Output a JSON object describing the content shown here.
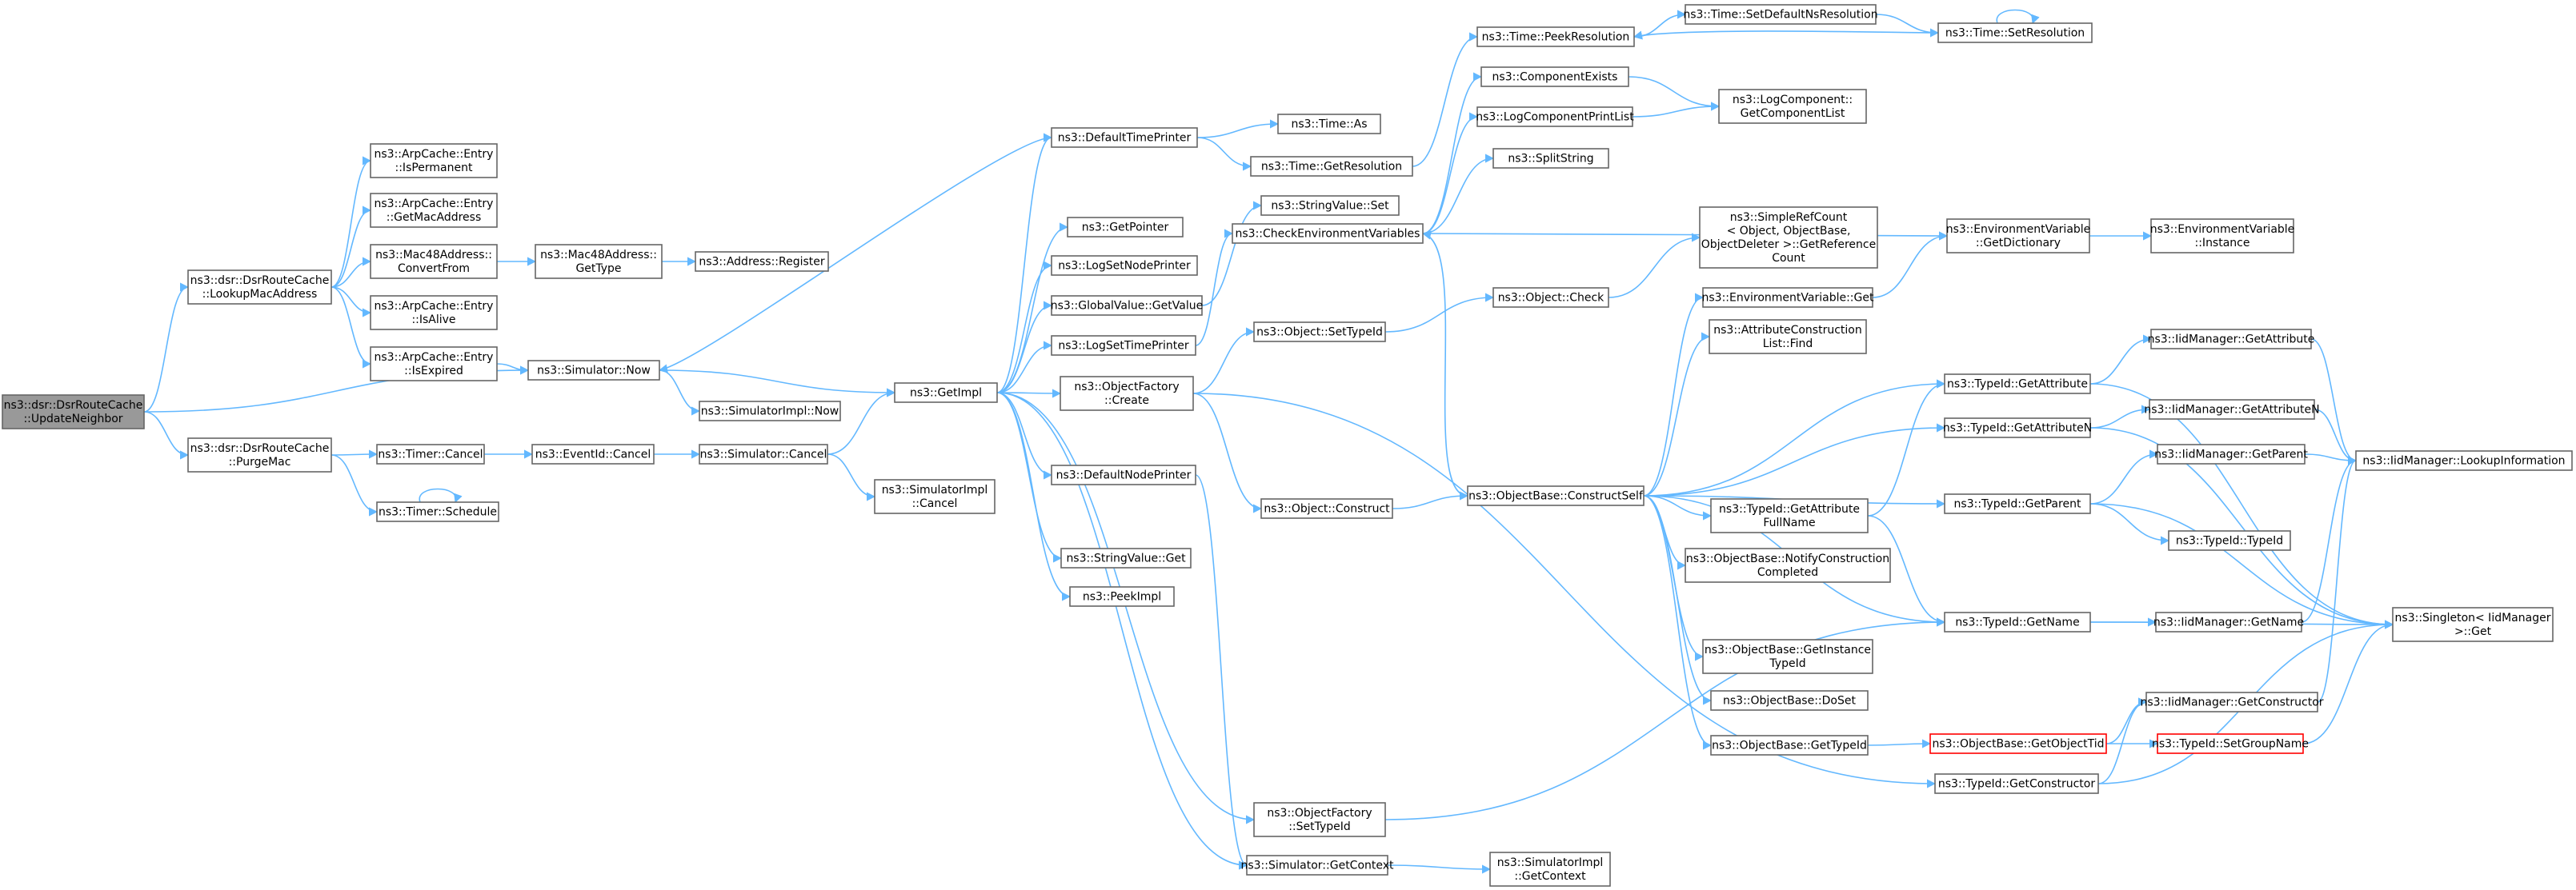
{
  "diagram": {
    "colors": {
      "edge": "#63b8ff",
      "node_border": "#666666",
      "root_fill": "#999999",
      "truncated_border": "#ff0000"
    },
    "nodes": [
      {
        "id": "root",
        "lines": [
          "ns3::dsr::DsrRouteCache",
          "::UpdateNeighbor"
        ],
        "kind": "root"
      },
      {
        "id": "lookup",
        "lines": [
          "ns3::dsr::DsrRouteCache",
          "::LookupMacAddress"
        ]
      },
      {
        "id": "purge",
        "lines": [
          "ns3::dsr::DsrRouteCache",
          "::PurgeMac"
        ]
      },
      {
        "id": "isperm",
        "lines": [
          "ns3::ArpCache::Entry",
          "::IsPermanent"
        ]
      },
      {
        "id": "getmac",
        "lines": [
          "ns3::ArpCache::Entry",
          "::GetMacAddress"
        ]
      },
      {
        "id": "convfrom",
        "lines": [
          "ns3::Mac48Address::",
          "ConvertFrom"
        ]
      },
      {
        "id": "isalive",
        "lines": [
          "ns3::ArpCache::Entry",
          "::IsAlive"
        ]
      },
      {
        "id": "isexp",
        "lines": [
          "ns3::ArpCache::Entry",
          "::IsExpired"
        ]
      },
      {
        "id": "tcancel",
        "lines": [
          "ns3::Timer::Cancel"
        ]
      },
      {
        "id": "tsched",
        "lines": [
          "ns3::Timer::Schedule"
        ]
      },
      {
        "id": "m48type",
        "lines": [
          "ns3::Mac48Address::",
          "GetType"
        ]
      },
      {
        "id": "addrreg",
        "lines": [
          "ns3::Address::Register"
        ]
      },
      {
        "id": "simnow",
        "lines": [
          "ns3::Simulator::Now"
        ]
      },
      {
        "id": "ecancel",
        "lines": [
          "ns3::EventId::Cancel"
        ]
      },
      {
        "id": "simcancel",
        "lines": [
          "ns3::Simulator::Cancel"
        ]
      },
      {
        "id": "simimplnow",
        "lines": [
          "ns3::SimulatorImpl::Now"
        ]
      },
      {
        "id": "simimplcancel",
        "lines": [
          "ns3::SimulatorImpl",
          "::Cancel"
        ]
      },
      {
        "id": "defprinter",
        "lines": [
          "ns3::DefaultTimePrinter"
        ]
      },
      {
        "id": "getptr",
        "lines": [
          "ns3::GetPointer"
        ]
      },
      {
        "id": "lognodep",
        "lines": [
          "ns3::LogSetNodePrinter"
        ]
      },
      {
        "id": "gvget",
        "lines": [
          "ns3::GlobalValue::GetValue"
        ]
      },
      {
        "id": "getimpl",
        "lines": [
          "ns3::GetImpl"
        ]
      },
      {
        "id": "logtimep",
        "lines": [
          "ns3::LogSetTimePrinter"
        ]
      },
      {
        "id": "ofcreate",
        "lines": [
          "ns3::ObjectFactory",
          "::Create"
        ]
      },
      {
        "id": "defnodep",
        "lines": [
          "ns3::DefaultNodePrinter"
        ]
      },
      {
        "id": "svget",
        "lines": [
          "ns3::StringValue::Get"
        ]
      },
      {
        "id": "peekimpl",
        "lines": [
          "ns3::PeekImpl"
        ]
      },
      {
        "id": "ofsettype",
        "lines": [
          "ns3::ObjectFactory",
          "::SetTypeId"
        ]
      },
      {
        "id": "simctx",
        "lines": [
          "ns3::Simulator::GetContext"
        ]
      },
      {
        "id": "timeas",
        "lines": [
          "ns3::Time::As"
        ]
      },
      {
        "id": "timegetres",
        "lines": [
          "ns3::Time::GetResolution"
        ]
      },
      {
        "id": "svset",
        "lines": [
          "ns3::StringValue::Set"
        ]
      },
      {
        "id": "checkenv",
        "lines": [
          "ns3::CheckEnvironmentVariables"
        ]
      },
      {
        "id": "objsettype",
        "lines": [
          "ns3::Object::SetTypeId"
        ]
      },
      {
        "id": "objconstruct",
        "lines": [
          "ns3::Object::Construct"
        ]
      },
      {
        "id": "simimplctx",
        "lines": [
          "ns3::SimulatorImpl",
          "::GetContext"
        ]
      },
      {
        "id": "timepeek",
        "lines": [
          "ns3::Time::PeekResolution"
        ]
      },
      {
        "id": "compexists",
        "lines": [
          "ns3::ComponentExists"
        ]
      },
      {
        "id": "logcompprint",
        "lines": [
          "ns3::LogComponentPrintList"
        ]
      },
      {
        "id": "splitstr",
        "lines": [
          "ns3::SplitString"
        ]
      },
      {
        "id": "objcheck",
        "lines": [
          "ns3::Object::Check"
        ]
      },
      {
        "id": "constructself",
        "lines": [
          "ns3::ObjectBase::ConstructSelf"
        ]
      },
      {
        "id": "timesetdef",
        "lines": [
          "ns3::Time::SetDefaultNsResolution"
        ]
      },
      {
        "id": "timesetres",
        "lines": [
          "ns3::Time::SetResolution"
        ]
      },
      {
        "id": "logcompget",
        "lines": [
          "ns3::LogComponent::",
          "GetComponentList"
        ]
      },
      {
        "id": "refcount",
        "lines": [
          "ns3::SimpleRefCount",
          "< Object, ObjectBase,",
          "ObjectDeleter >::GetReference",
          "Count"
        ]
      },
      {
        "id": "envget",
        "lines": [
          "ns3::EnvironmentVariable::Get"
        ]
      },
      {
        "id": "attrfind",
        "lines": [
          "ns3::AttributeConstruction",
          "List::Find"
        ]
      },
      {
        "id": "tidattrfull",
        "lines": [
          "ns3::TypeId::GetAttribute",
          "FullName"
        ]
      },
      {
        "id": "notify",
        "lines": [
          "ns3::ObjectBase::NotifyConstruction",
          "Completed"
        ]
      },
      {
        "id": "getinst",
        "lines": [
          "ns3::ObjectBase::GetInstance",
          "TypeId"
        ]
      },
      {
        "id": "doset",
        "lines": [
          "ns3::ObjectBase::DoSet"
        ]
      },
      {
        "id": "obgettype",
        "lines": [
          "ns3::ObjectBase::GetTypeId"
        ]
      },
      {
        "id": "envdict",
        "lines": [
          "ns3::EnvironmentVariable",
          "::GetDictionary"
        ]
      },
      {
        "id": "envinst",
        "lines": [
          "ns3::EnvironmentVariable",
          "::Instance"
        ]
      },
      {
        "id": "tidgetattr",
        "lines": [
          "ns3::TypeId::GetAttribute"
        ]
      },
      {
        "id": "tidgetattrn",
        "lines": [
          "ns3::TypeId::GetAttributeN"
        ]
      },
      {
        "id": "tidgetparent",
        "lines": [
          "ns3::TypeId::GetParent"
        ]
      },
      {
        "id": "tidgetname",
        "lines": [
          "ns3::TypeId::GetName"
        ]
      },
      {
        "id": "getobjtid",
        "lines": [
          "ns3::ObjectBase::GetObjectTid"
        ],
        "kind": "trunc"
      },
      {
        "id": "tidgetctor",
        "lines": [
          "ns3::TypeId::GetConstructor"
        ]
      },
      {
        "id": "iidgetattr",
        "lines": [
          "ns3::IidManager::GetAttribute"
        ]
      },
      {
        "id": "iidgetattrn",
        "lines": [
          "ns3::IidManager::GetAttributeN"
        ]
      },
      {
        "id": "iidgetparent",
        "lines": [
          "ns3::IidManager::GetParent"
        ]
      },
      {
        "id": "tidtid",
        "lines": [
          "ns3::TypeId::TypeId"
        ]
      },
      {
        "id": "iidgetname",
        "lines": [
          "ns3::IidManager::GetName"
        ]
      },
      {
        "id": "iidgetctor",
        "lines": [
          "ns3::IidManager::GetConstructor"
        ]
      },
      {
        "id": "tidsetgroup",
        "lines": [
          "ns3::TypeId::SetGroupName"
        ],
        "kind": "trunc"
      },
      {
        "id": "iidlookup",
        "lines": [
          "ns3::IidManager::LookupInformation"
        ]
      },
      {
        "id": "singleton",
        "lines": [
          "ns3::Singleton< IidManager",
          ">::Get"
        ]
      }
    ],
    "edges": [
      [
        "root",
        "lookup"
      ],
      [
        "root",
        "simnow"
      ],
      [
        "root",
        "purge"
      ],
      [
        "lookup",
        "isperm"
      ],
      [
        "lookup",
        "getmac"
      ],
      [
        "lookup",
        "convfrom"
      ],
      [
        "lookup",
        "isalive"
      ],
      [
        "lookup",
        "isexp"
      ],
      [
        "convfrom",
        "m48type"
      ],
      [
        "m48type",
        "addrreg"
      ],
      [
        "isexp",
        "simnow"
      ],
      [
        "purge",
        "tcancel"
      ],
      [
        "purge",
        "tsched"
      ],
      [
        "tsched",
        "tsched"
      ],
      [
        "tcancel",
        "ecancel"
      ],
      [
        "ecancel",
        "simcancel"
      ],
      [
        "simnow",
        "getimpl"
      ],
      [
        "simnow",
        "simimplnow"
      ],
      [
        "simcancel",
        "getimpl"
      ],
      [
        "simcancel",
        "simimplcancel"
      ],
      [
        "defprinter",
        "simnow"
      ],
      [
        "defprinter",
        "timeas"
      ],
      [
        "defprinter",
        "timegetres"
      ],
      [
        "getimpl",
        "defprinter"
      ],
      [
        "getimpl",
        "getptr"
      ],
      [
        "getimpl",
        "lognodep"
      ],
      [
        "getimpl",
        "gvget"
      ],
      [
        "getimpl",
        "logtimep"
      ],
      [
        "getimpl",
        "ofcreate"
      ],
      [
        "getimpl",
        "defnodep"
      ],
      [
        "getimpl",
        "svget"
      ],
      [
        "getimpl",
        "peekimpl"
      ],
      [
        "getimpl",
        "ofsettype"
      ],
      [
        "getimpl",
        "simctx"
      ],
      [
        "gvget",
        "svset"
      ],
      [
        "logtimep",
        "checkenv"
      ],
      [
        "defnodep",
        "simctx"
      ],
      [
        "ofcreate",
        "objsettype"
      ],
      [
        "ofcreate",
        "objconstruct"
      ],
      [
        "ofcreate",
        "tidgetctor"
      ],
      [
        "simctx",
        "simimplctx"
      ],
      [
        "timegetres",
        "timepeek"
      ],
      [
        "timepeek",
        "timesetdef"
      ],
      [
        "timesetdef",
        "timesetres"
      ],
      [
        "timesetres",
        "timesetres"
      ],
      [
        "timesetres",
        "timepeek"
      ],
      [
        "checkenv",
        "compexists"
      ],
      [
        "checkenv",
        "logcompprint"
      ],
      [
        "checkenv",
        "splitstr"
      ],
      [
        "checkenv",
        "envdict"
      ],
      [
        "compexists",
        "logcompget"
      ],
      [
        "logcompprint",
        "logcompget"
      ],
      [
        "objsettype",
        "objcheck"
      ],
      [
        "objcheck",
        "refcount"
      ],
      [
        "objconstruct",
        "constructself"
      ],
      [
        "constructself",
        "checkenv"
      ],
      [
        "constructself",
        "envget"
      ],
      [
        "constructself",
        "attrfind"
      ],
      [
        "constructself",
        "tidgetattr"
      ],
      [
        "constructself",
        "tidgetattrn"
      ],
      [
        "constructself",
        "tidgetparent"
      ],
      [
        "constructself",
        "tidattrfull"
      ],
      [
        "constructself",
        "notify"
      ],
      [
        "constructself",
        "tidgetname"
      ],
      [
        "constructself",
        "getinst"
      ],
      [
        "constructself",
        "doset"
      ],
      [
        "constructself",
        "obgettype"
      ],
      [
        "envget",
        "envdict"
      ],
      [
        "envdict",
        "envinst"
      ],
      [
        "tidattrfull",
        "tidgetattr"
      ],
      [
        "tidattrfull",
        "tidgetname"
      ],
      [
        "obgettype",
        "getobjtid"
      ],
      [
        "getobjtid",
        "tidsetgroup"
      ],
      [
        "getobjtid",
        "iidgetctor"
      ],
      [
        "tidgetattr",
        "iidgetattr"
      ],
      [
        "tidgetattr",
        "singleton"
      ],
      [
        "tidgetattrn",
        "iidgetattrn"
      ],
      [
        "tidgetattrn",
        "singleton"
      ],
      [
        "tidgetparent",
        "iidgetparent"
      ],
      [
        "tidgetparent",
        "tidtid"
      ],
      [
        "tidgetparent",
        "singleton"
      ],
      [
        "tidgetname",
        "iidgetname"
      ],
      [
        "tidgetname",
        "singleton"
      ],
      [
        "tidgetctor",
        "iidgetctor"
      ],
      [
        "tidgetctor",
        "singleton"
      ],
      [
        "ofsettype",
        "tidgetname"
      ],
      [
        "iidgetattr",
        "iidlookup"
      ],
      [
        "iidgetattrn",
        "iidlookup"
      ],
      [
        "iidgetparent",
        "iidlookup"
      ],
      [
        "iidgetname",
        "iidlookup"
      ],
      [
        "iidgetctor",
        "iidlookup"
      ],
      [
        "tidsetgroup",
        "singleton"
      ]
    ]
  }
}
